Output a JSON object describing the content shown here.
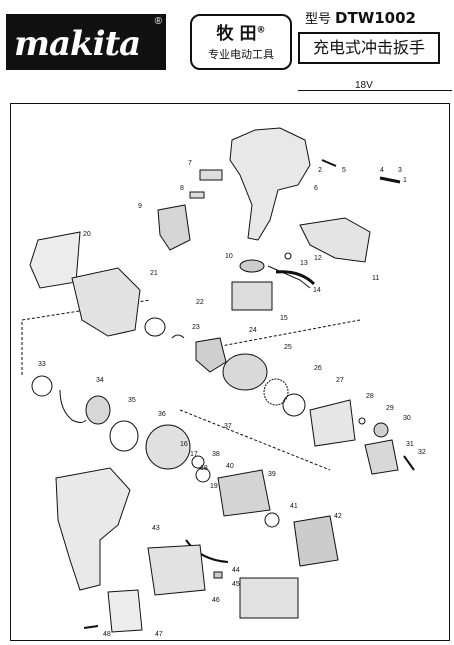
{
  "header": {
    "logo_text": "makita",
    "logo_reg": "®",
    "brand_main": "牧 田",
    "brand_reg": "®",
    "brand_sub": "专业电动工具",
    "model_label": "型号",
    "model_value": "DTW1002",
    "product_name": "充电式冲击扳手",
    "voltage": "18V"
  },
  "diagram": {
    "part_numbers": [
      "1",
      "2",
      "3",
      "4",
      "5",
      "6",
      "7",
      "8",
      "9",
      "10",
      "11",
      "12",
      "13",
      "14",
      "15",
      "16",
      "17",
      "18",
      "19",
      "20",
      "21",
      "22",
      "23",
      "24",
      "25",
      "26",
      "27",
      "28",
      "29",
      "30",
      "31",
      "32",
      "33",
      "34",
      "35",
      "36",
      "37",
      "38",
      "39",
      "40",
      "41",
      "42",
      "43",
      "44",
      "45",
      "46",
      "47",
      "48"
    ]
  }
}
